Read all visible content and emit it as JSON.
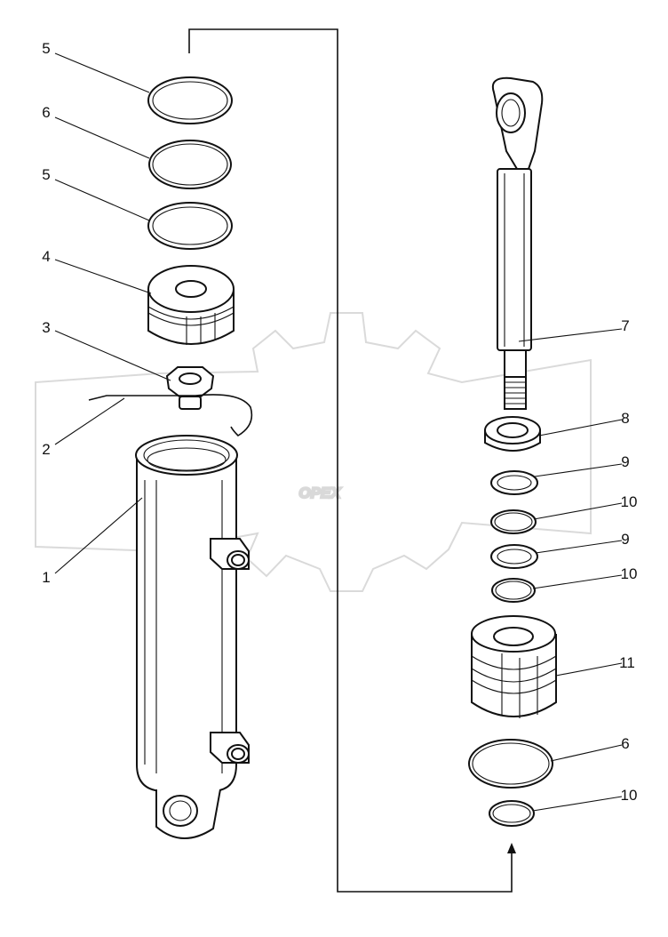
{
  "diagram": {
    "callouts": {
      "c1": "1",
      "c2": "2",
      "c3": "3",
      "c4": "4",
      "c5a": "5",
      "c6a": "6",
      "c5b": "5",
      "c7": "7",
      "c8": "8",
      "c9a": "9",
      "c10a": "10",
      "c9b": "9",
      "c10b": "10",
      "c11": "11",
      "c6b": "6",
      "c10c": "10"
    },
    "watermark": "OPEX"
  }
}
